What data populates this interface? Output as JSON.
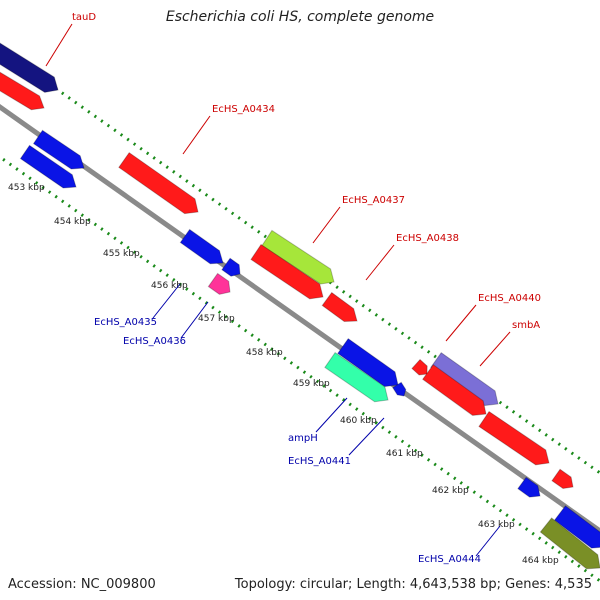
{
  "title": "Escherichia coli HS, complete genome",
  "accession": "Accession: NC_009800",
  "topology": "Topology: circular; Length: 4,643,538 bp; Genes: 4,535",
  "ticks": [
    "453 kbp",
    "454 kbp",
    "455 kbp",
    "456 kbp",
    "457 kbp",
    "458 kbp",
    "459 kbp",
    "460 kbp",
    "461 kbp",
    "462 kbp",
    "463 kbp",
    "464 kbp"
  ],
  "labels": {
    "tauD": "tauD",
    "EcHS_A0434": "EcHS_A0434",
    "EcHS_A0437": "EcHS_A0437",
    "EcHS_A0438": "EcHS_A0438",
    "EcHS_A0440": "EcHS_A0440",
    "smbA": "smbA",
    "EcHS_A0435": "EcHS_A0435",
    "EcHS_A0436": "EcHS_A0436",
    "ampH": "ampH",
    "EcHS_A0441": "EcHS_A0441",
    "EcHS_A0444": "EcHS_A0444"
  },
  "colors": {
    "red": "#ff1a1a",
    "blue": "#0a14e6",
    "navy": "#141480",
    "lavender": "#7b6fd6",
    "lime": "#a6e63a",
    "olive": "#7a8f26",
    "mint": "#33ffaa",
    "magenta": "#ff3399",
    "backbone": "#8a8a8a",
    "tick_green": "#1a8a1a",
    "label_red": "#cc0000",
    "label_blue": "#0000aa"
  }
}
